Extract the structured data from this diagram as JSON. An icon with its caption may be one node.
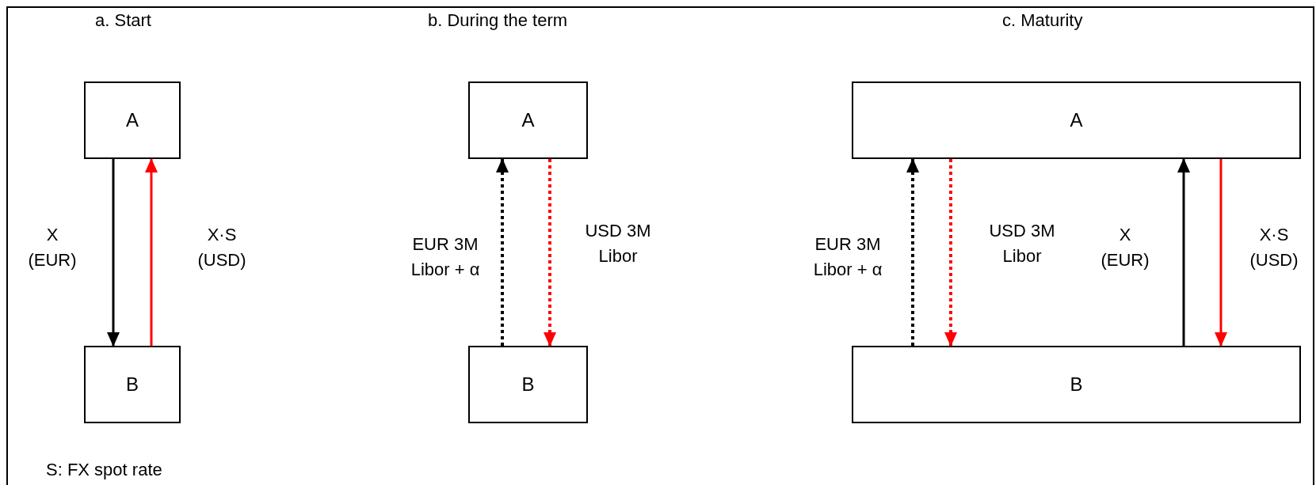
{
  "diagram": {
    "nodes": [
      {
        "text": [
          "A"
        ]
      },
      {
        "text": [
          "B"
        ]
      },
      {
        "text": [
          "A"
        ]
      },
      {
        "text": [
          "B"
        ]
      },
      {
        "text": [
          "A"
        ]
      },
      {
        "text": [
          "B"
        ]
      }
    ],
    "edges": [
      {
        "from": 0,
        "to": 1,
        "arrow": "to",
        "label": "X (EUR)"
      },
      {
        "from": 1,
        "to": 0,
        "arrow": "to",
        "label": "X·S (USD)",
        "color": "#ff0000"
      },
      {
        "from": 3,
        "to": 2,
        "arrow": "to",
        "label": "EUR 3M Libor + α",
        "style": "dashed"
      },
      {
        "from": 2,
        "to": 3,
        "arrow": "to",
        "label": "USD 3M Libor",
        "style": "dashed",
        "color": "#ff0000"
      },
      {
        "from": 5,
        "to": 4,
        "arrow": "to",
        "label": "EUR 3M Libor + α",
        "style": "dashed"
      },
      {
        "from": 4,
        "to": 5,
        "arrow": "to",
        "label": "USD 3M Libor",
        "style": "dashed",
        "color": "#ff0000"
      },
      {
        "from": 5,
        "to": 4,
        "arrow": "to",
        "label": "X (EUR)"
      },
      {
        "from": 4,
        "to": 5,
        "arrow": "to",
        "label": "X·S (USD)",
        "color": "#ff0000"
      }
    ],
    "labels": [
      "a. Start",
      "b. During the term",
      "c. Maturity",
      "S: FX spot rate"
    ]
  }
}
